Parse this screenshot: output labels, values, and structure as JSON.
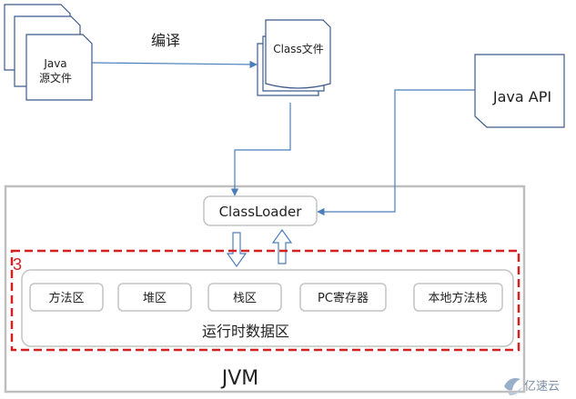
{
  "java_source": {
    "line1": "Java",
    "line2": "源文件"
  },
  "compile_label": "编译",
  "class_file": "Class文件",
  "java_api": "Java API",
  "class_loader": "ClassLoader",
  "runtime_area": {
    "marker": "3",
    "label": "运行时数据区",
    "regions": [
      "方法区",
      "堆区",
      "栈区",
      "PC寄存器",
      "本地方法栈"
    ]
  },
  "jvm_label": "JVM",
  "watermark": "亿速云",
  "colors": {
    "arrow": "#4a7ebb",
    "frame": "#bfbfbf",
    "highlight": "#d42020"
  }
}
